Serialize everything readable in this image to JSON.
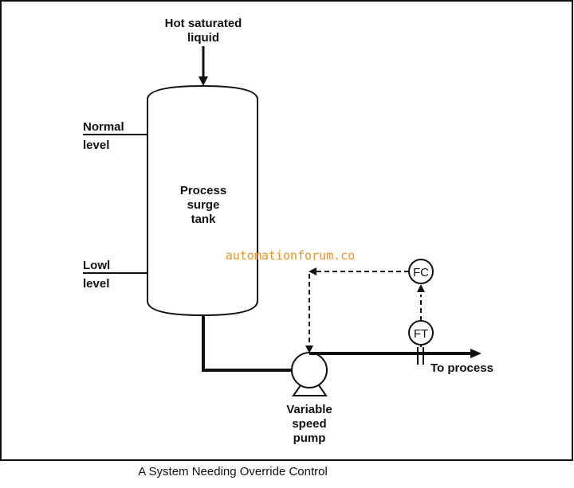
{
  "labels": {
    "inlet": [
      "Hot saturated",
      "liquid"
    ],
    "normal_level": [
      "Normal",
      "level"
    ],
    "low_level": [
      "Lowl",
      "level"
    ],
    "tank": [
      "Process",
      "surge",
      "tank"
    ],
    "pump": [
      "Variable",
      "speed",
      "pump"
    ],
    "outlet": "To process"
  },
  "instruments": {
    "flow_controller": "FC",
    "flow_transmitter": "FT"
  },
  "watermark": "automationforum.co",
  "caption": "A System Needing Override Control",
  "colors": {
    "line": "#111111",
    "watermark": "#e8922a",
    "background": "#ffffff"
  }
}
